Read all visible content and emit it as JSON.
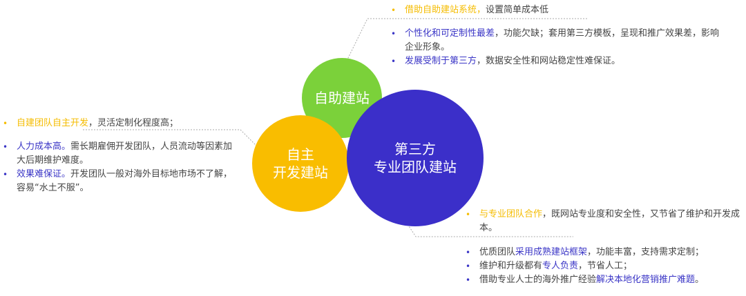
{
  "circles": {
    "green": "自助建站",
    "yellow_l1": "自主",
    "yellow_l2": "开发建站",
    "blue_l1": "第三方",
    "blue_l2": "专业团队建站"
  },
  "colors": {
    "green": "#7bd13a",
    "yellow": "#f9bd00",
    "blue": "#3b2fc9"
  },
  "self_build": {
    "pro": {
      "hl": "借助自助建站系统，",
      "rest": "设置简单成本低"
    },
    "cons": [
      {
        "hl": "个性化和可定制性最差",
        "rest": "，功能欠缺；套用第三方模板，呈现和推广效果差，影响企业形象。"
      },
      {
        "hl": "发展受制于第三方",
        "rest": "，数据安全性和网站稳定性难保证。"
      }
    ]
  },
  "in_house": {
    "pro": {
      "hl": "自建团队自主开发",
      "rest": "，灵活定制化程度高；"
    },
    "cons": [
      {
        "hl": "人力成本高。",
        "rest": "需长期雇佣开发团队，人员流动等因素加大后期维护难度。"
      },
      {
        "hl": "效果难保证。",
        "rest": "开发团队一般对海外目标地市场不了解，容易“水土不服”。"
      }
    ]
  },
  "third_party": {
    "pro": {
      "hl": "与专业团队合作",
      "rest": "，既网站专业度和安全性，又节省了维护和开发成本。"
    },
    "points": [
      {
        "pre": "优质团队",
        "hl": "采用成熟建站框架",
        "post": "，功能丰富，支持需求定制；"
      },
      {
        "pre": "维护和升级都有",
        "hl": "专人负责",
        "post": "，节省人工；"
      },
      {
        "pre": "借助专业人士的海外推广经验",
        "hl": "解决本地化营销推广难题",
        "post": "。"
      }
    ]
  }
}
